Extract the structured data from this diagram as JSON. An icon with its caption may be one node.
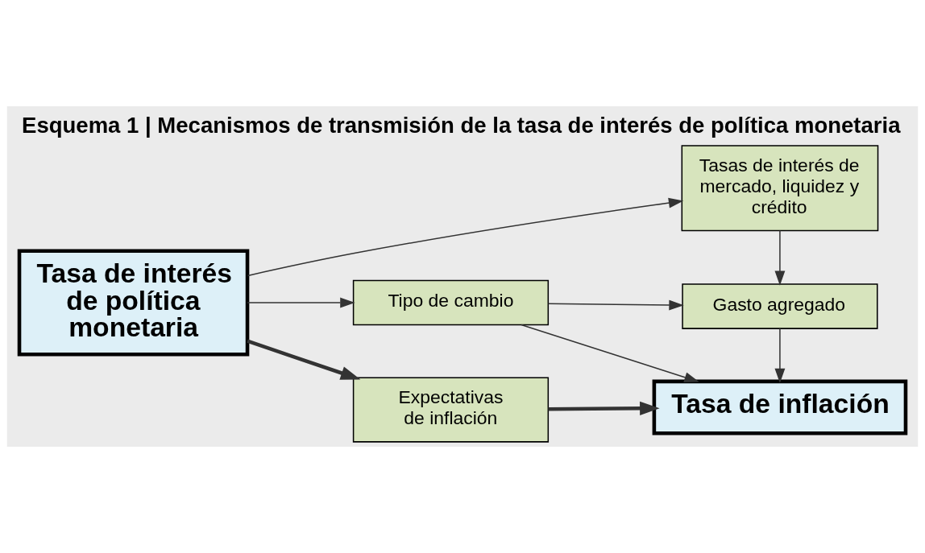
{
  "diagram": {
    "title": "Esquema 1 | Mecanismos de transmisión de la tasa de interés de política monetaria",
    "nodes": [
      {
        "text": [
          "Tasa de interés de política monetaria"
        ]
      },
      {
        "text": [
          "Tasas de interés de mercado, liquidez y crédito"
        ]
      },
      {
        "text": [
          "Tipo de cambio"
        ]
      },
      {
        "text": [
          "Gasto agregado"
        ]
      },
      {
        "text": [
          "Expectativas de inflación"
        ]
      },
      {
        "text": [
          "Tasa de inflación"
        ]
      }
    ],
    "edges": [
      {
        "from": 0,
        "to": 1,
        "arrow": "to"
      },
      {
        "from": 0,
        "to": 2,
        "arrow": "to"
      },
      {
        "from": 1,
        "to": 3,
        "arrow": "to"
      },
      {
        "from": 2,
        "to": 3,
        "arrow": "to"
      },
      {
        "from": 2,
        "to": 5,
        "arrow": "to"
      },
      {
        "from": 3,
        "to": 5,
        "arrow": "to"
      },
      {
        "from": 0,
        "to": 4,
        "arrow": "to",
        "style": "thick"
      },
      {
        "from": 4,
        "to": 5,
        "arrow": "to",
        "style": "thick"
      }
    ]
  }
}
